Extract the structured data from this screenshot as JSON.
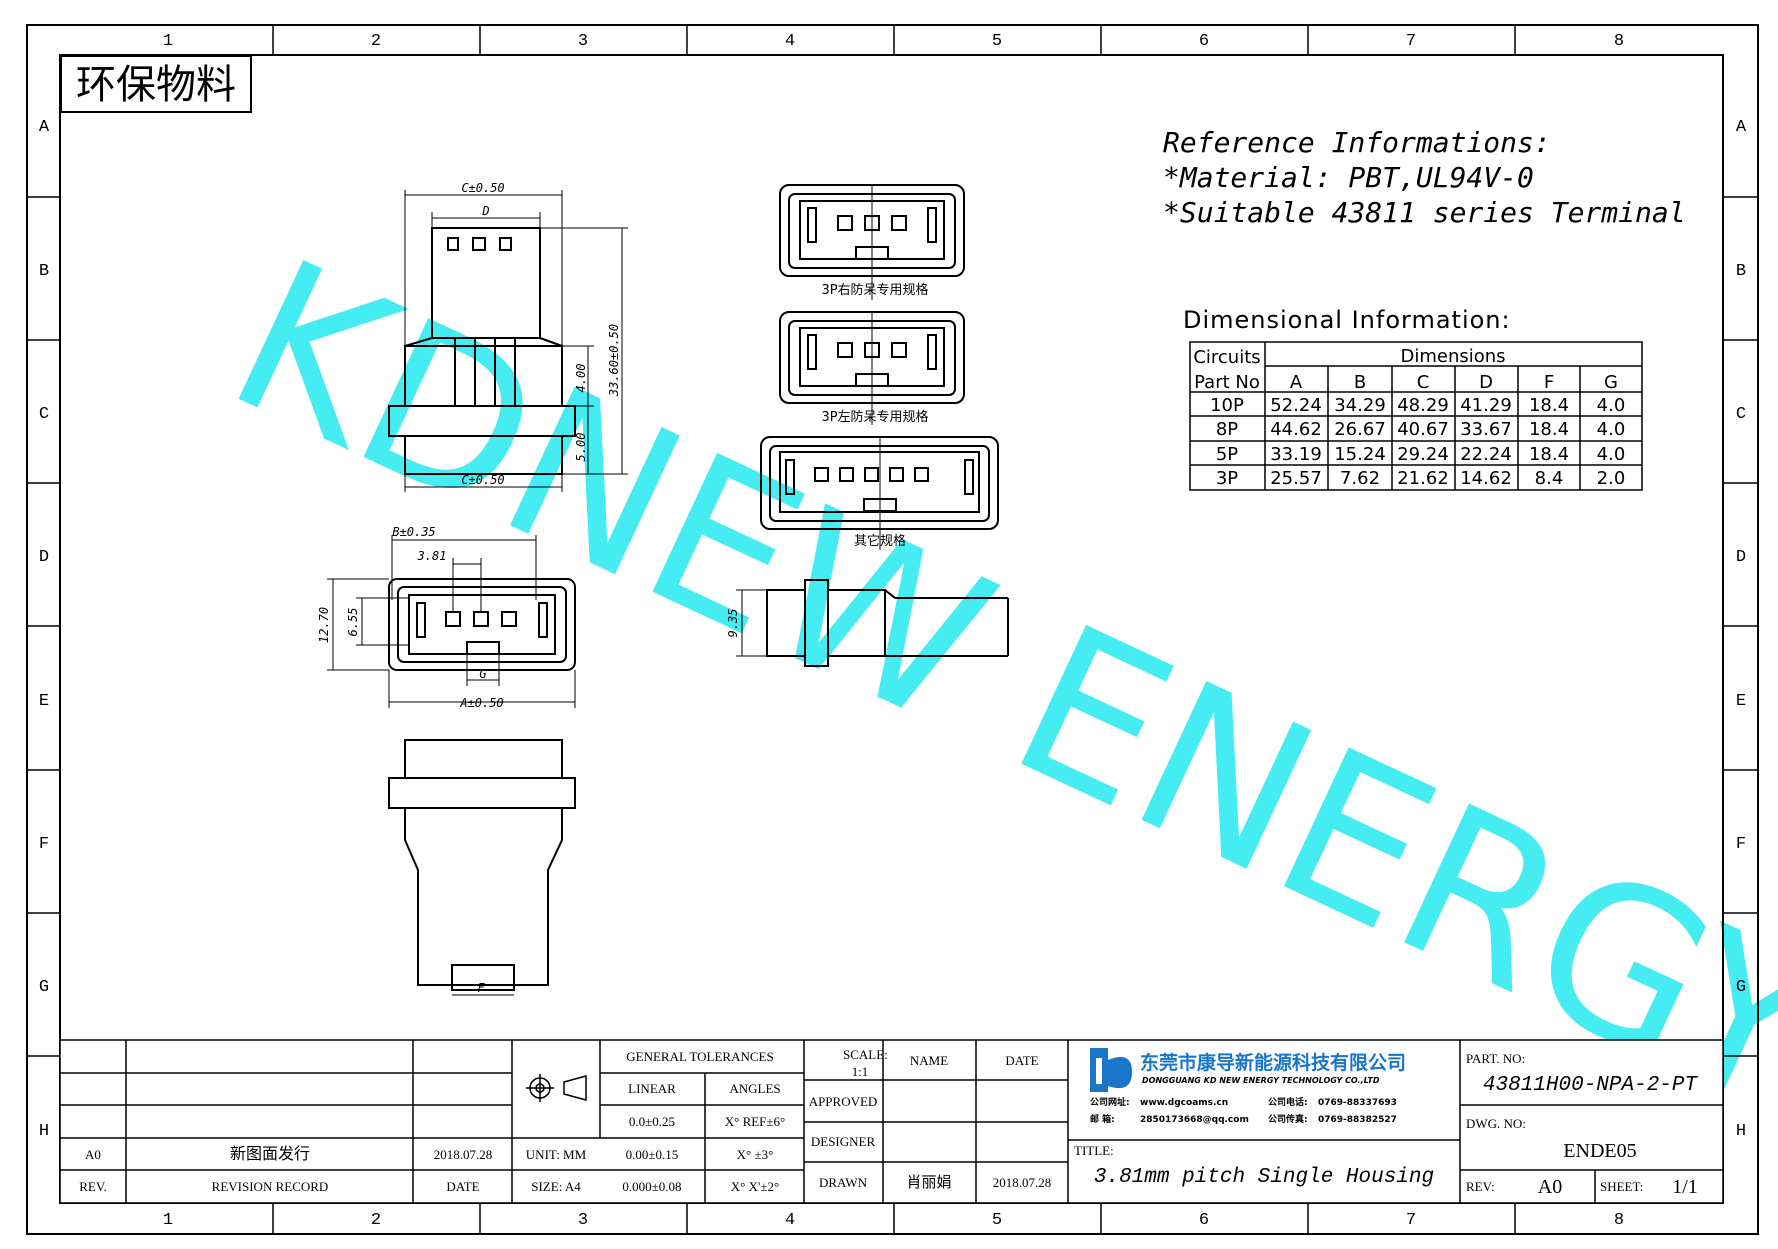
{
  "zones": {
    "cols": [
      "1",
      "2",
      "3",
      "4",
      "5",
      "6",
      "7",
      "8"
    ],
    "rows": [
      "A",
      "B",
      "C",
      "D",
      "E",
      "F",
      "G",
      "H"
    ]
  },
  "stamp": "环保物料",
  "reference": {
    "line1": "Reference Informations:",
    "line2": "*Material: PBT,UL94V-0",
    "line3": "*Suitable 43811 series Terminal"
  },
  "dimensional": {
    "heading": "Dimensional Information:",
    "col_circuits": "Circuits",
    "col_partno": "Part No",
    "col_dimensions": "Dimensions",
    "headers": [
      "A",
      "B",
      "C",
      "D",
      "F",
      "G"
    ],
    "rows": [
      {
        "part": "10P",
        "values": [
          "52.24",
          "34.29",
          "48.29",
          "41.29",
          "18.4",
          "4.0"
        ]
      },
      {
        "part": "8P",
        "values": [
          "44.62",
          "26.67",
          "40.67",
          "33.67",
          "18.4",
          "4.0"
        ]
      },
      {
        "part": "5P",
        "values": [
          "33.19",
          "15.24",
          "29.24",
          "22.24",
          "18.4",
          "4.0"
        ]
      },
      {
        "part": "3P",
        "values": [
          "25.57",
          "7.62",
          "21.62",
          "14.62",
          "8.4",
          "2.0"
        ]
      }
    ]
  },
  "front_view": {
    "c_top": "C±0.50",
    "d": "D",
    "c_bottom": "C±0.50",
    "h_overall": "33.60±0.50",
    "h_400": "4.00",
    "h_500": "5.00"
  },
  "face_view": {
    "b": "B±0.35",
    "pitch": "3.81",
    "h_1270": "12.70",
    "h_655": "6.55",
    "g": "G",
    "a": "A±0.50"
  },
  "side_view": {
    "h_935": "9.35"
  },
  "bottom_view": {
    "f": "F"
  },
  "variants": {
    "v1": "3P右防呆专用规格",
    "v2": "3P左防呆专用规格",
    "v3": "其它规格"
  },
  "watermark": "KDNEW ENERGY",
  "title_block": {
    "gen_tol": "GENERAL TOLERANCES",
    "linear": "LINEAR",
    "angles": "ANGLES",
    "lin1": "0.0±0.25",
    "lin2": "0.00±0.15",
    "lin3": "0.000±0.08",
    "ang1": "X° REF±6°",
    "ang2": "X° ±3°",
    "ang3": "X° X'±2°",
    "unit": "UNIT: MM",
    "size": "SIZE: A4",
    "scale_label": "SCALE:",
    "scale": "1:1",
    "name": "NAME",
    "date": "DATE",
    "approved": "APPROVED",
    "designer": "DESIGNER",
    "drawn": "DRAWN",
    "drawn_name": "肖丽娟",
    "drawn_date": "2018.07.28",
    "rev_code": "A0",
    "rev_record": "新图面发行",
    "rev_date": "2018.07.28",
    "rev_h": "REV.",
    "rec_h": "REVISION RECORD",
    "date_h": "DATE",
    "company_cn": "东莞市康导新能源科技有限公司",
    "company_en": "DONGGUANG KD NEW ENERGY TECHNOLOGY CO.,LTD",
    "c_web_l": "公司网址:",
    "c_web": "www.dgcoams.cn",
    "c_tel_l": "公司电话:",
    "c_tel": "0769-88337693",
    "c_mail_l": "邮  箱:",
    "c_mail": "2850173668@qq.com",
    "c_fax_l": "公司传真:",
    "c_fax": "0769-88382527",
    "title_l": "TITLE:",
    "title": "3.81mm pitch Single Housing",
    "part_l": "PART. NO:",
    "part": "43811H00-NPA-2-PT",
    "dwg_l": "DWG. NO:",
    "dwg": "ENDE05",
    "rev_l": "REV:",
    "rev": "A0",
    "sheet_l": "SHEET:",
    "sheet": "1/1"
  },
  "colors": {
    "watermark": "#45ecf2",
    "line": "#000000",
    "logo": "#1a76c8"
  }
}
